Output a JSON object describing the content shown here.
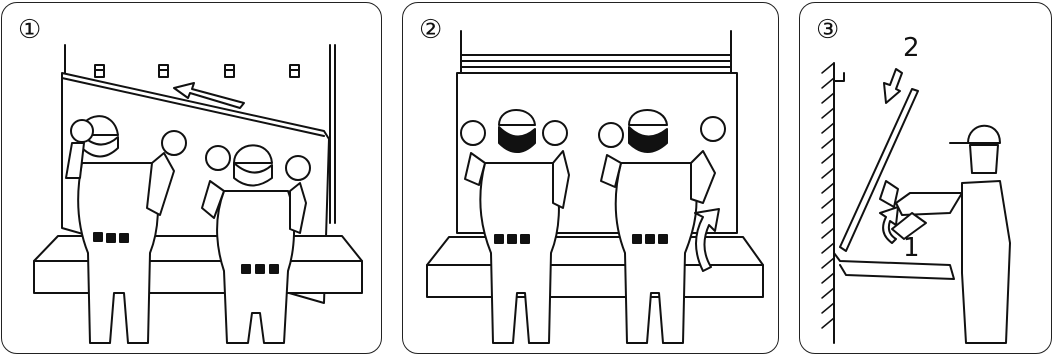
{
  "panels": [
    {
      "step": "①"
    },
    {
      "step": "②"
    },
    {
      "step": "③",
      "labels": {
        "first": "1",
        "second": "2"
      }
    }
  ],
  "colors": {
    "line": "#111111",
    "fill": "#ffffff"
  }
}
